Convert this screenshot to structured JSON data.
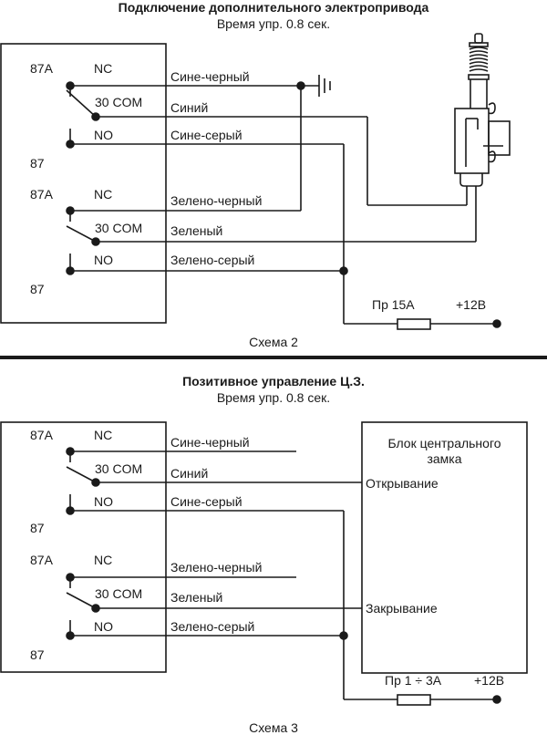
{
  "diagram2": {
    "title": "Подключение дополнительного электропривода",
    "subtitle": "Время упр. 0.8 сек.",
    "caption": "Схема 2",
    "relays": [
      {
        "nc_pin": "87A",
        "nc_label": "NC",
        "com_label": "30 COM",
        "no_label": "NO",
        "no_pin": "87"
      },
      {
        "nc_pin": "87A",
        "nc_label": "NC",
        "com_label": "30 COM",
        "no_label": "NO",
        "no_pin": "87"
      }
    ],
    "wires": [
      "Сине-черный",
      "Синий",
      "Сине-серый",
      "Зелено-черный",
      "Зеленый",
      "Зелено-серый"
    ],
    "fuse_label": "Пр 15А",
    "power_label": "+12В",
    "components": [
      "ground-symbol",
      "door-lock-actuator",
      "fuse"
    ]
  },
  "diagram3": {
    "title": "Позитивное управление Ц.З.",
    "subtitle": "Время упр. 0.8 сек.",
    "caption": "Схема 3",
    "relays": [
      {
        "nc_pin": "87A",
        "nc_label": "NC",
        "com_label": "30 COM",
        "no_label": "NO",
        "no_pin": "87"
      },
      {
        "nc_pin": "87A",
        "nc_label": "NC",
        "com_label": "30 COM",
        "no_label": "NO",
        "no_pin": "87"
      }
    ],
    "wires": [
      "Сине-черный",
      "Синий",
      "Сине-серый",
      "Зелено-черный",
      "Зеленый",
      "Зелено-серый"
    ],
    "lock_unit": {
      "title_line1": "Блок центрального",
      "title_line2": "замка",
      "open_label": "Открывание",
      "close_label": "Закрывание"
    },
    "fuse_label": "Пр 1 ÷ 3А",
    "power_label": "+12В"
  }
}
